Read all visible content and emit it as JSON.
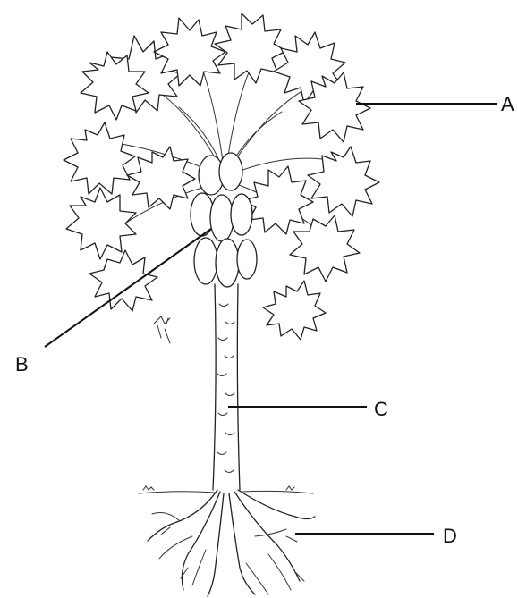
{
  "diagram": {
    "labels": {
      "a": "A",
      "b": "B",
      "c": "C",
      "d": "D"
    },
    "colors": {
      "ink": "#222222",
      "background": "#ffffff"
    }
  }
}
